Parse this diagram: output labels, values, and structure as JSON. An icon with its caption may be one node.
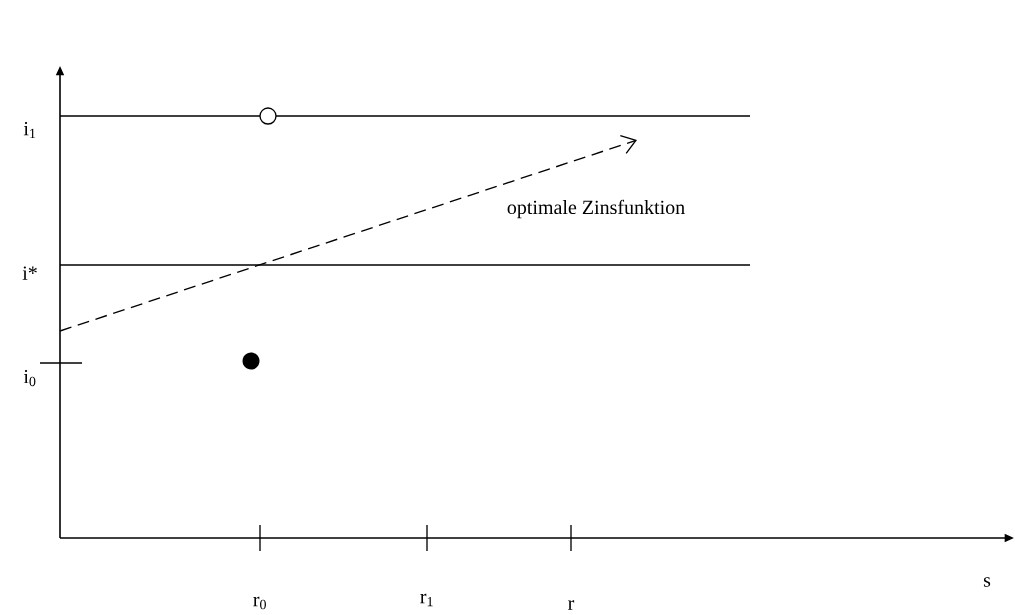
{
  "diagram": {
    "labels": [
      "i$_{1}$",
      "optimale Zinsfunktion",
      "i*",
      "i$_{0}$",
      "r$_{0}$",
      "r$_{1}$",
      "r",
      "s"
    ]
  }
}
